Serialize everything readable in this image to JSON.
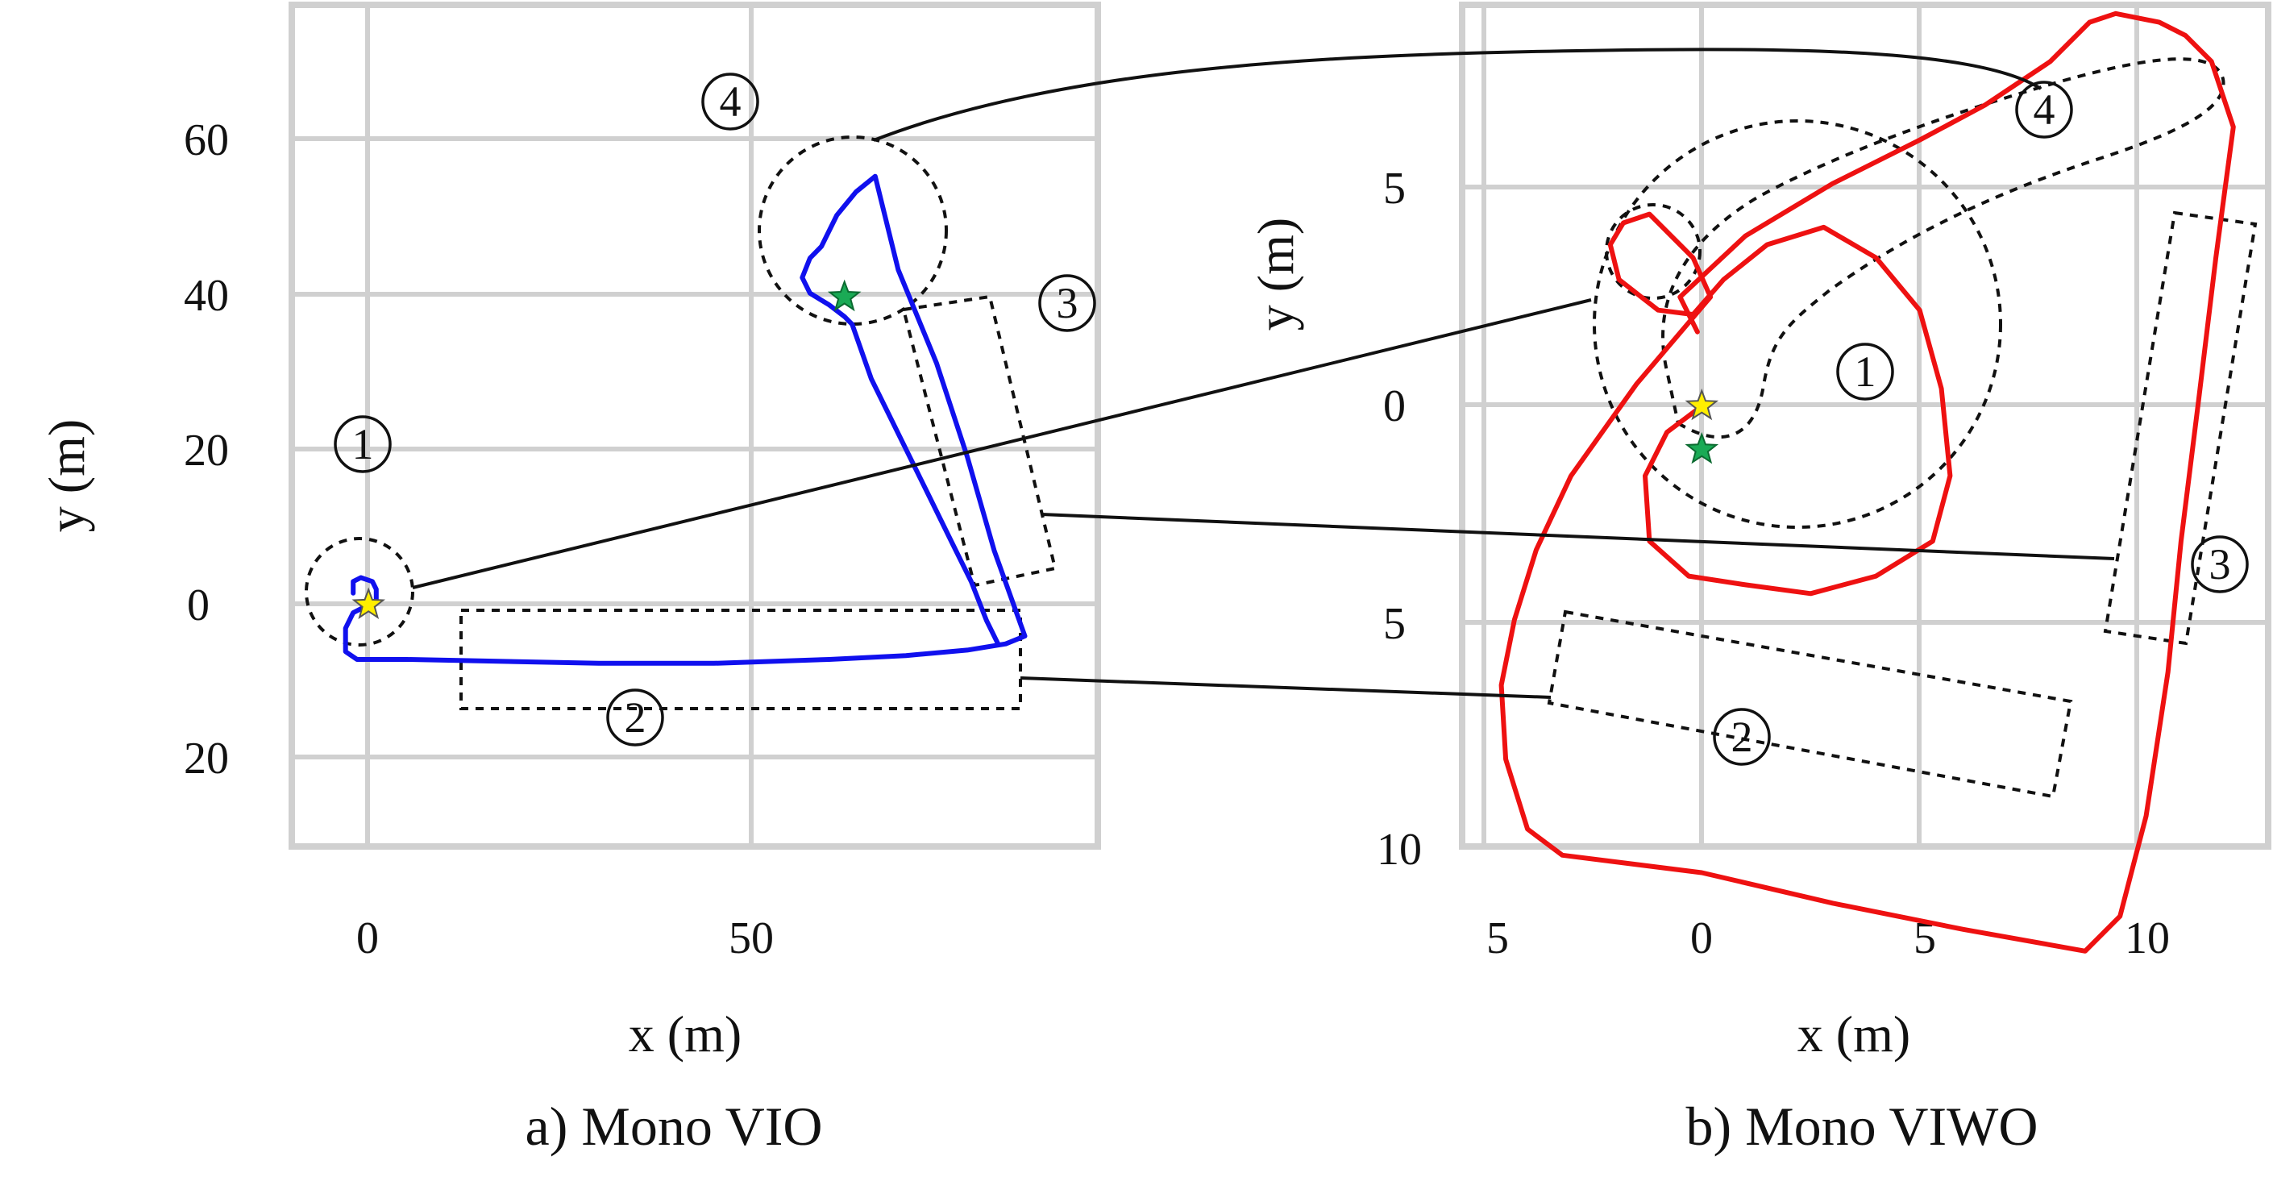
{
  "chart_data": [
    {
      "type": "line",
      "caption": "a) Mono VIO",
      "xlabel": "x (m)",
      "ylabel": "y (m)",
      "xlim": [
        -10,
        95
      ],
      "ylim": [
        -32,
        76
      ],
      "x_ticks": [
        0,
        50
      ],
      "x_tick_labels": [
        "0",
        "50"
      ],
      "y_ticks": [
        60,
        40,
        20,
        0,
        -20
      ],
      "y_tick_labels": [
        "60",
        "40",
        "20",
        "0",
        "20"
      ],
      "grid": true,
      "series": [
        {
          "color": "#1010ee",
          "x": [
            -2.0,
            -2.0,
            -1.0,
            0.5,
            1.0,
            1.0,
            -1.0,
            -2.0,
            -3.0,
            -3.0,
            -1.5,
            5,
            15,
            30,
            45,
            60,
            70,
            78,
            83,
            85.5,
            81.5,
            78,
            74,
            69,
            66,
            63.5,
            61,
            59,
            57.5,
            56.5,
            57.5,
            60,
            62,
            63,
            65.5,
            69.5,
            73,
            76,
            78.5,
            80.5,
            82
          ],
          "y": [
            0.5,
            2.0,
            2.5,
            2.0,
            1.0,
            -0.5,
            -1.5,
            -2.0,
            -4.0,
            -7.0,
            -8.0,
            -8.0,
            -8.2,
            -8.5,
            -8.5,
            -8.0,
            -7.5,
            -6.8,
            -6.0,
            -5.0,
            6,
            18,
            30,
            42,
            54,
            52,
            49,
            45,
            43.5,
            41,
            39,
            37.5,
            36,
            35,
            28,
            20,
            13,
            7,
            2,
            -3,
            -6
          ]
        }
      ],
      "start_marker": {
        "x": 0,
        "y": -1,
        "color": "#ffee00",
        "shape": "star"
      },
      "end_marker": {
        "x": 62,
        "y": 38.5,
        "color": "#1aaa55",
        "shape": "star"
      },
      "annotations": [
        "①",
        "②",
        "③",
        "④"
      ]
    },
    {
      "type": "line",
      "caption": "b) Mono VIWO",
      "xlabel": "x (m)",
      "ylabel": "y (m)",
      "xlim": [
        -5.5,
        13
      ],
      "ylim": [
        -10,
        9.3
      ],
      "x_ticks": [
        -5,
        0,
        5,
        10
      ],
      "x_tick_labels": [
        "5",
        "0",
        "5",
        "10"
      ],
      "y_ticks": [
        5,
        0,
        -5,
        -10
      ],
      "y_tick_labels": [
        "5",
        "0",
        "5",
        "10"
      ],
      "grid": true,
      "series": [
        {
          "color": "#ee1111",
          "x": [
            0.0,
            -0.8,
            -1.3,
            -1.2,
            -0.3,
            1.0,
            2.5,
            4.0,
            5.3,
            5.7,
            5.5,
            5.0,
            4.0,
            2.8,
            1.5,
            0.5,
            -0.2,
            -1.0,
            -1.9,
            -2.1,
            -1.8,
            -1.2,
            -0.2,
            0.2,
            -1.5,
            -3.0,
            -3.8,
            -4.3,
            -4.6,
            -4.5,
            -4.0,
            -3.2,
            0,
            3,
            6,
            8.8,
            9.6,
            10.2,
            10.7,
            11.0,
            11.4,
            11.8,
            12.0,
            12.2,
            11.7,
            11.1,
            10.5,
            9.5,
            8.9,
            8.0,
            6.5,
            5.0,
            3.0,
            1.0,
            -0.5,
            -0.1
          ],
          "y": [
            0.1,
            -0.5,
            -1.5,
            -3.0,
            -3.8,
            -4.0,
            -4.2,
            -3.8,
            -3.0,
            -1.5,
            0.5,
            2.3,
            3.5,
            4.2,
            3.8,
            3.0,
            2.2,
            2.3,
            3.0,
            3.8,
            4.3,
            4.5,
            3.5,
            2.6,
            0.6,
            -1.5,
            -3.2,
            -4.8,
            -6.3,
            -8.0,
            -9.6,
            -10.2,
            -10.6,
            -11.3,
            -11.9,
            -12.4,
            -11.6,
            -9.3,
            -6.0,
            -3.0,
            0.2,
            3.5,
            5.0,
            6.5,
            8.0,
            8.6,
            8.9,
            9.1,
            8.9,
            8.0,
            7.0,
            6.2,
            5.2,
            4.0,
            2.6,
            1.8
          ]
        }
      ],
      "start_marker": {
        "x": 0,
        "y": 0.1,
        "color": "#ffee00",
        "shape": "star"
      },
      "end_marker": {
        "x": 0,
        "y": -0.9,
        "color": "#1aaa55",
        "shape": "star"
      },
      "annotations": [
        "①",
        "②",
        "③",
        "④"
      ]
    }
  ],
  "colors": {
    "vio_trajectory": "#1010ee",
    "viwo_trajectory": "#ee1111",
    "start_star": "#ffee00",
    "end_star": "#1aaa55",
    "grid": "#d0d0d0"
  }
}
